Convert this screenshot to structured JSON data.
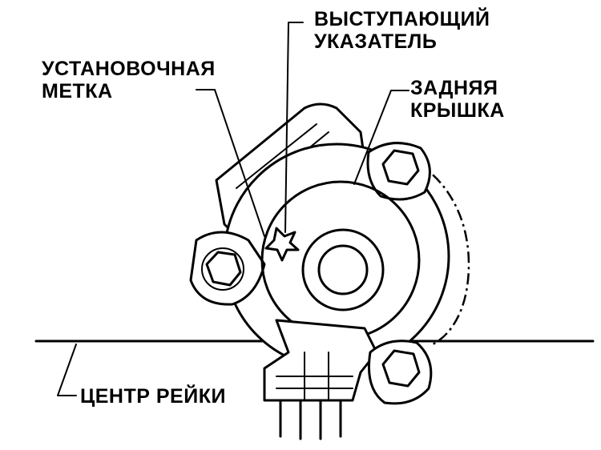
{
  "labels": {
    "protruding_pointer": [
      "ВЫСТУПАЮЩИЙ",
      "УКАЗАТЕЛЬ"
    ],
    "alignment_mark": [
      "УСТАНОВОЧНАЯ",
      "МЕТКА"
    ],
    "rear_cover": [
      "ЗАДНЯЯ",
      "КРЫШКА"
    ],
    "rack_center": "ЦЕНТР РЕЙКИ"
  }
}
